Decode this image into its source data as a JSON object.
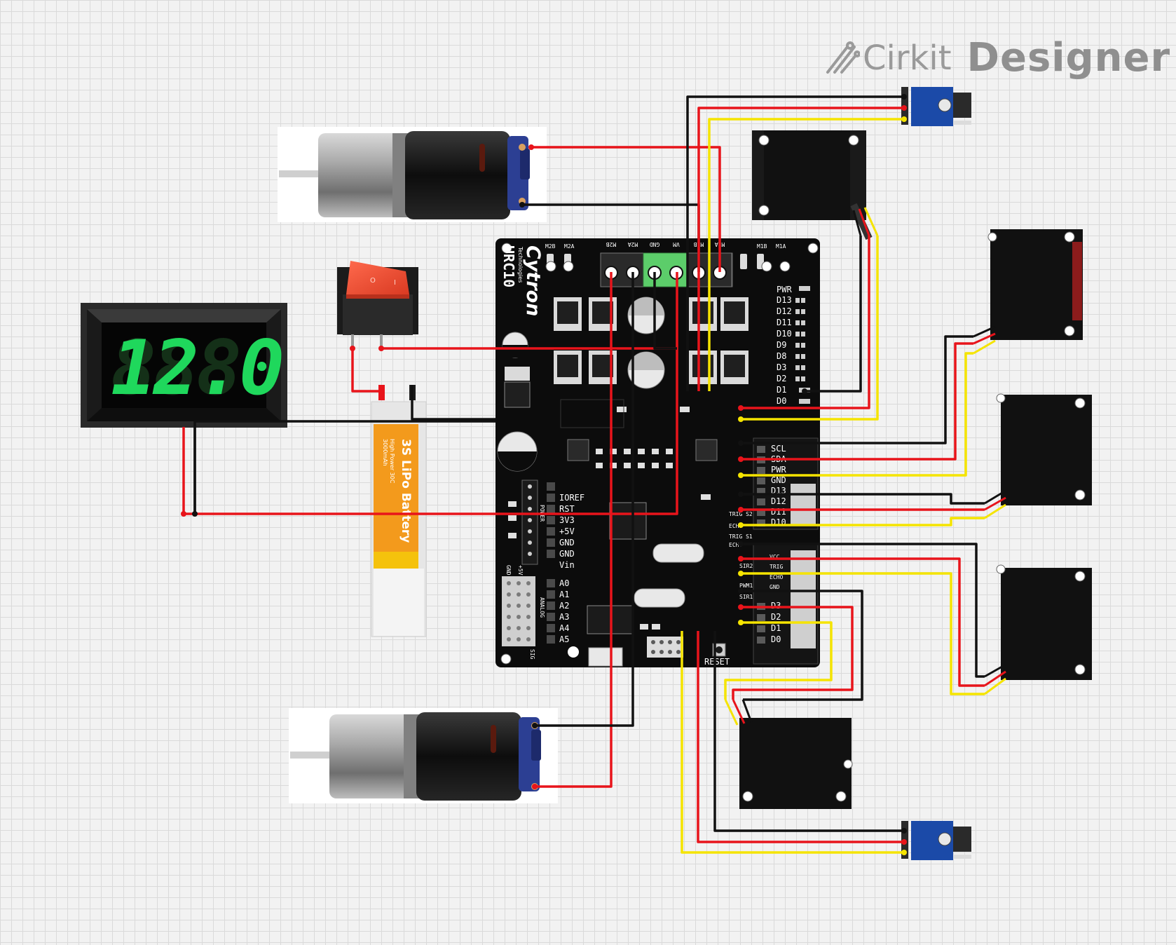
{
  "app": {
    "brand": "Cirkit",
    "product": "Designer"
  },
  "voltmeter": {
    "reading": "12.0"
  },
  "battery": {
    "title": "3S LiPo Battery",
    "subtitle": "High Power 30C",
    "capacity": "3000mAh"
  },
  "board": {
    "brand": "Cytron",
    "brand_sub": "Technologies",
    "model": "URC10",
    "terminal_labels": [
      "M2B",
      "M2A",
      "GND",
      "VM",
      "M1B",
      "M1A"
    ],
    "top_labels_left": [
      "M2B",
      "M2A"
    ],
    "top_labels_right": [
      "M1B",
      "M1A"
    ],
    "right_pins": [
      "PWR",
      "D13",
      "D12",
      "D11",
      "D10",
      "D9",
      "D8",
      "D3",
      "D2",
      "D1",
      "D0"
    ],
    "power_pins": [
      "IOREF",
      "RST",
      "3V3",
      "+5V",
      "GND",
      "GND",
      "Vin"
    ],
    "power_header": "POWER",
    "analog_pins": [
      "A0",
      "A1",
      "A2",
      "A3",
      "A4",
      "A5"
    ],
    "analog_header": "ANALOG",
    "right_lower_pins": [
      "SCL",
      "SDA",
      "PWR",
      "GND",
      "D13",
      "D12",
      "D11",
      "D10"
    ],
    "right_bottom_pins": [
      "D3",
      "D2",
      "D1",
      "D0"
    ],
    "reset_label": "RESET",
    "side_labels": [
      "GND",
      "+5V",
      "SIG"
    ],
    "sonar_labels": [
      "TRIG S2",
      "ECHO",
      "TRIG S1",
      "ECHO",
      "SIR2",
      "SIR1",
      "PWM1"
    ]
  },
  "colors": {
    "wire_red": "#e8141b",
    "wire_black": "#111111",
    "wire_yellow": "#f5e400",
    "display_green": "#1fd85c"
  }
}
